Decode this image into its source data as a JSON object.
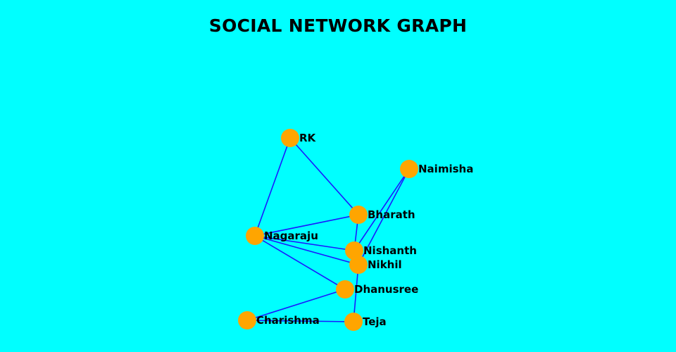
{
  "title": "SOCIAL NETWORK GRAPH",
  "colors": {
    "background": "#00ffff",
    "node": "#ffa500",
    "edge": "#1a1aff"
  },
  "nodes": [
    {
      "id": "RK",
      "label": "RK"
    },
    {
      "id": "Naimisha",
      "label": "Naimisha"
    },
    {
      "id": "Bharath",
      "label": "Bharath"
    },
    {
      "id": "Nagaraju",
      "label": "Nagaraju"
    },
    {
      "id": "Nishanth",
      "label": "Nishanth"
    },
    {
      "id": "Nikhil",
      "label": "Nikhil"
    },
    {
      "id": "Dhanusree",
      "label": "Dhanusree"
    },
    {
      "id": "Charishma",
      "label": "Charishma"
    },
    {
      "id": "Teja",
      "label": "Teja"
    }
  ],
  "edges": [
    [
      "RK",
      "Nagaraju"
    ],
    [
      "RK",
      "Bharath"
    ],
    [
      "Naimisha",
      "Nishanth"
    ],
    [
      "Naimisha",
      "Nikhil"
    ],
    [
      "Bharath",
      "Nagaraju"
    ],
    [
      "Bharath",
      "Nishanth"
    ],
    [
      "Nagaraju",
      "Nishanth"
    ],
    [
      "Nagaraju",
      "Nikhil"
    ],
    [
      "Nagaraju",
      "Dhanusree"
    ],
    [
      "Nikhil",
      "Teja"
    ],
    [
      "Dhanusree",
      "Charishma"
    ],
    [
      "Charishma",
      "Teja"
    ]
  ]
}
